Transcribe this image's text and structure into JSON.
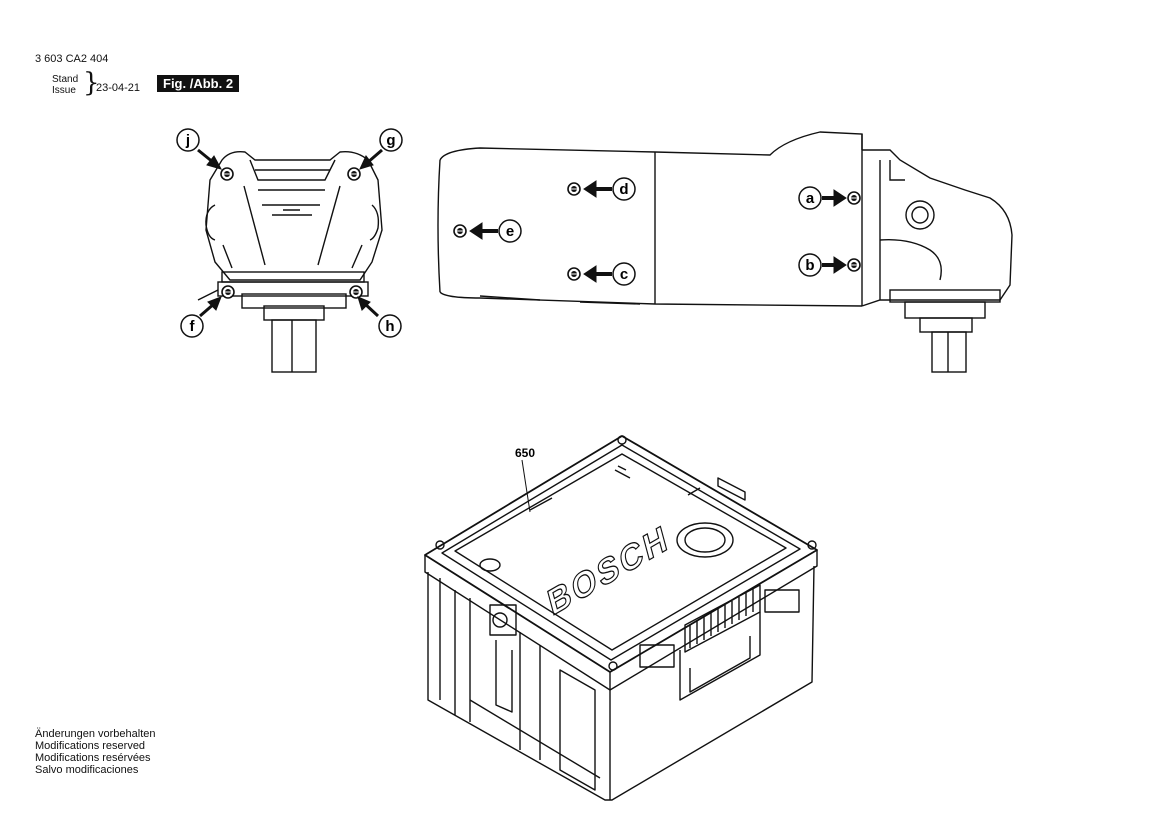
{
  "header": {
    "doc_number": "3 603 CA2 404",
    "stand_label": "Stand",
    "issue_label": "Issue",
    "date": "23-04-21",
    "fig_label": "Fig. /Abb. 2"
  },
  "callouts": {
    "a": "a",
    "b": "b",
    "c": "c",
    "d": "d",
    "e": "e",
    "f": "f",
    "g": "g",
    "h": "h",
    "j": "j"
  },
  "case": {
    "part_number": "650",
    "brand": "BOSCH"
  },
  "notes": [
    "Änderungen vorbehalten",
    "Modifications reserved",
    "Modifications resérvées",
    "Salvo modificaciones"
  ]
}
